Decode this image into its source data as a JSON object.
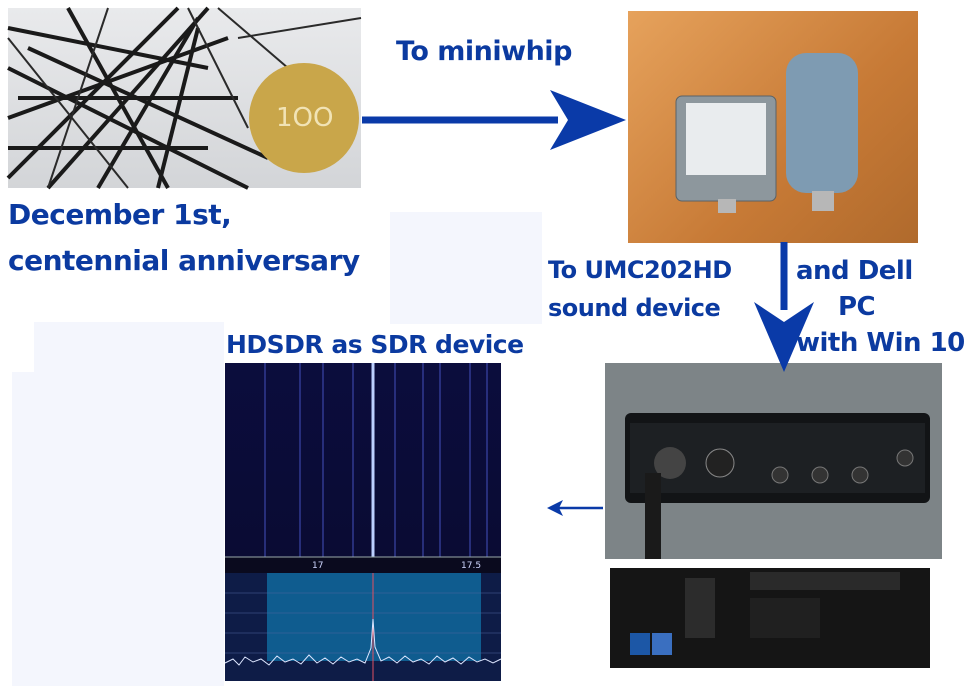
{
  "labels": {
    "to_miniwhip": "To miniwhip",
    "centennial_line1": "December 1st,",
    "centennial_line2": "centennial anniversary",
    "to_umc_line1": "To UMC202HD",
    "to_umc_line2": "sound device",
    "dell_line1": "and Dell",
    "dell_line2": "PC",
    "dell_line3": "with Win 10",
    "hdsdr": "HDSDR as SDR device"
  },
  "photos": {
    "tower": "transmitter tower with 100 years logo",
    "miniwhip": "miniwhip antenna and receiver box",
    "interface": "behringer U-PHORIA UMC202HD",
    "pc": "Dell desktop PC"
  },
  "sdr_scale": {
    "tick1": "17",
    "tick2": "17.5"
  },
  "colors": {
    "caption": "#0b3aa0",
    "arrow": "#0a3aa8",
    "waterfall": "#0b0c3a",
    "spectrum": "#0f5c8f"
  }
}
